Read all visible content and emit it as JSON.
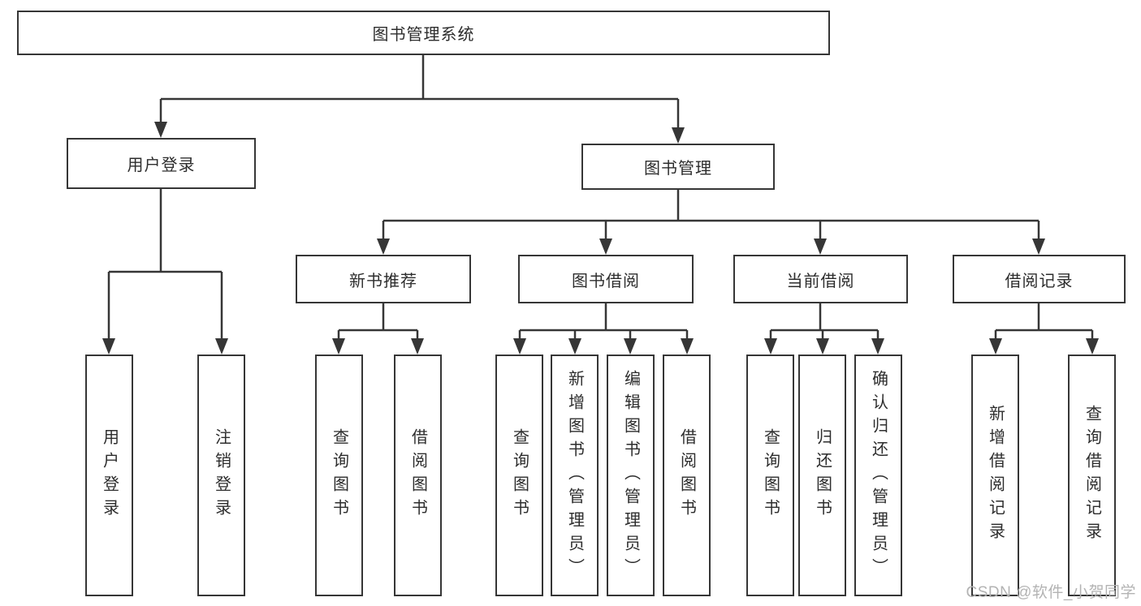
{
  "watermark": {
    "text": "CSDN @软件_小贺同学",
    "color": "#b3b3b3"
  },
  "colors": {
    "background": "#ffffff",
    "line": "#363636",
    "box_border": "#363636",
    "box_fill": "#ffffff",
    "label_text": "#2d2d2d"
  },
  "tree": {
    "root": {
      "label": "图书管理系统",
      "children": [
        {
          "label": "用户登录",
          "children": [
            {
              "label": "用户登录"
            },
            {
              "label": "注销登录"
            }
          ]
        },
        {
          "label": "图书管理",
          "children": [
            {
              "label": "新书推荐",
              "children": [
                {
                  "label": "查询图书"
                },
                {
                  "label": "借阅图书"
                }
              ]
            },
            {
              "label": "图书借阅",
              "children": [
                {
                  "label": "查询图书"
                },
                {
                  "label": "新增图书（管理员）"
                },
                {
                  "label": "编辑图书（管理员）"
                },
                {
                  "label": "借阅图书"
                }
              ]
            },
            {
              "label": "当前借阅",
              "children": [
                {
                  "label": "查询图书"
                },
                {
                  "label": "归还图书"
                },
                {
                  "label": "确认归还（管理员）"
                }
              ]
            },
            {
              "label": "借阅记录",
              "children": [
                {
                  "label": "新增借阅记录"
                },
                {
                  "label": "查询借阅记录"
                }
              ]
            }
          ]
        }
      ]
    }
  }
}
